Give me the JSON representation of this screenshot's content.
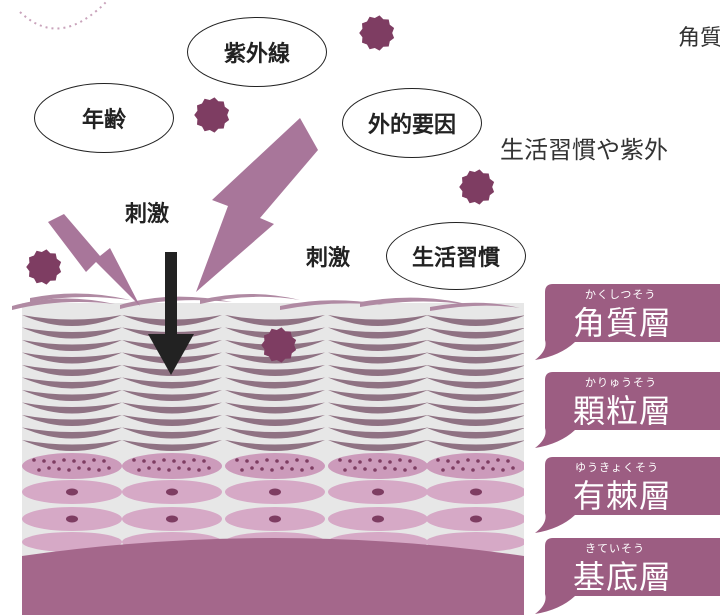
{
  "header_text_partial": "角質",
  "caption_partial": "生活習慣や紫外",
  "bubbles": {
    "uv": "紫外線",
    "age": "年齢",
    "external": "外的要因",
    "lifestyle": "生活習慣"
  },
  "stimulus_labels": [
    "刺激",
    "刺激"
  ],
  "layers": [
    {
      "name": "角質層",
      "ruby": "かくしつそう"
    },
    {
      "name": "顆粒層",
      "ruby": "かりゅうそう"
    },
    {
      "name": "有棘層",
      "ruby": "ゆうきょくそう"
    },
    {
      "name": "基底層",
      "ruby": "きていそう"
    }
  ],
  "colors": {
    "accent": "#9c5d82",
    "particle": "#7e3d62",
    "bolt": "#a8769a",
    "basal": "#a4678b",
    "horny_cell": "#8f7283",
    "granular_cell": "#cc9bbb",
    "spinous_cell": "#d6a9c6",
    "background": "#e7e7e7"
  }
}
